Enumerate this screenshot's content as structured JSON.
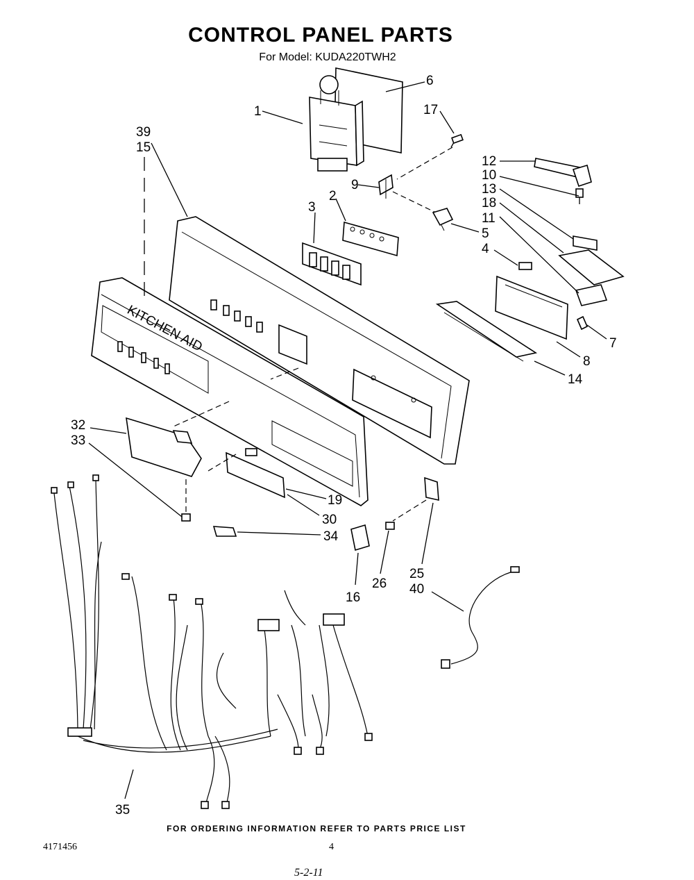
{
  "title": "CONTROL PANEL PARTS",
  "subtitle": "For Model: KUDA220TWH2",
  "panel_text": "KITCHEN AID",
  "footer": "FOR ORDERING INFORMATION REFER TO PARTS PRICE LIST",
  "doc_number": "4171456",
  "page_number": "4",
  "handwriting": "5-2-11",
  "callouts": {
    "c1": "1",
    "c2": "2",
    "c3": "3",
    "c4": "4",
    "c5": "5",
    "c6": "6",
    "c7": "7",
    "c8": "8",
    "c9": "9",
    "c10": "10",
    "c11": "11",
    "c12": "12",
    "c13": "13",
    "c14": "14",
    "c15": "15",
    "c16": "16",
    "c17": "17",
    "c18": "18",
    "c19": "19",
    "c25": "25",
    "c26": "26",
    "c30": "30",
    "c32": "32",
    "c33": "33",
    "c34": "34",
    "c35": "35",
    "c39": "39",
    "c40": "40"
  }
}
